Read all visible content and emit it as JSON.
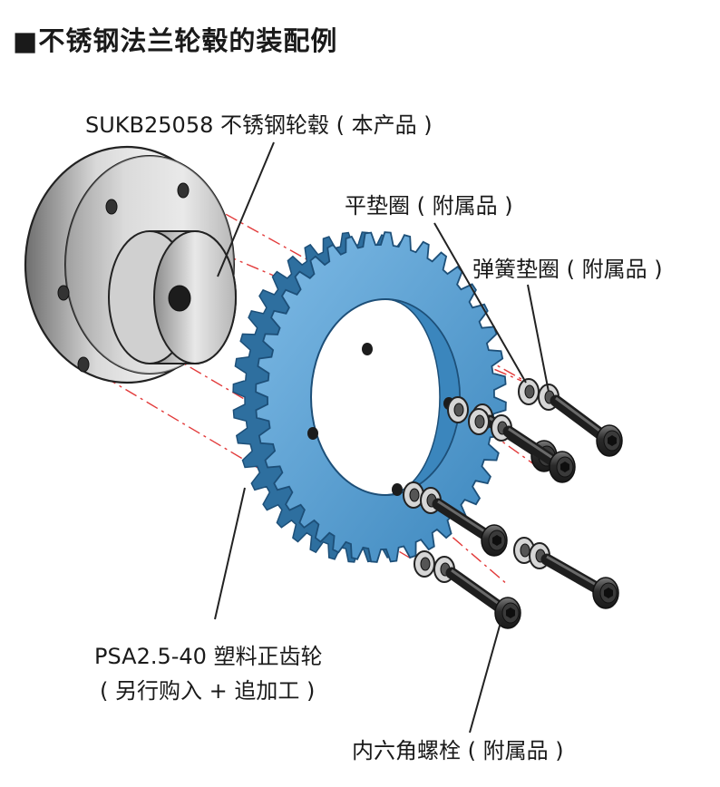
{
  "title": "■不锈钢法兰轮毂的装配例",
  "labels": {
    "hub": "SUKB25058 不锈钢轮毂 ( 本产品 )",
    "flat_washer": "平垫圈 ( 附属品 )",
    "spring_washer": "弹簧垫圈 ( 附属品 )",
    "gear_line1": "PSA2.5-40 塑料正齿轮",
    "gear_line2": "( 另行购入 + 追加工 )",
    "bolt": "内六角螺栓 ( 附属品 )"
  },
  "colors": {
    "gear": "#4d97cc",
    "gear_dark": "#2e6f9f",
    "steel": "#c8c8c8",
    "center_line": "#e23a3a",
    "leader": "#222222"
  }
}
